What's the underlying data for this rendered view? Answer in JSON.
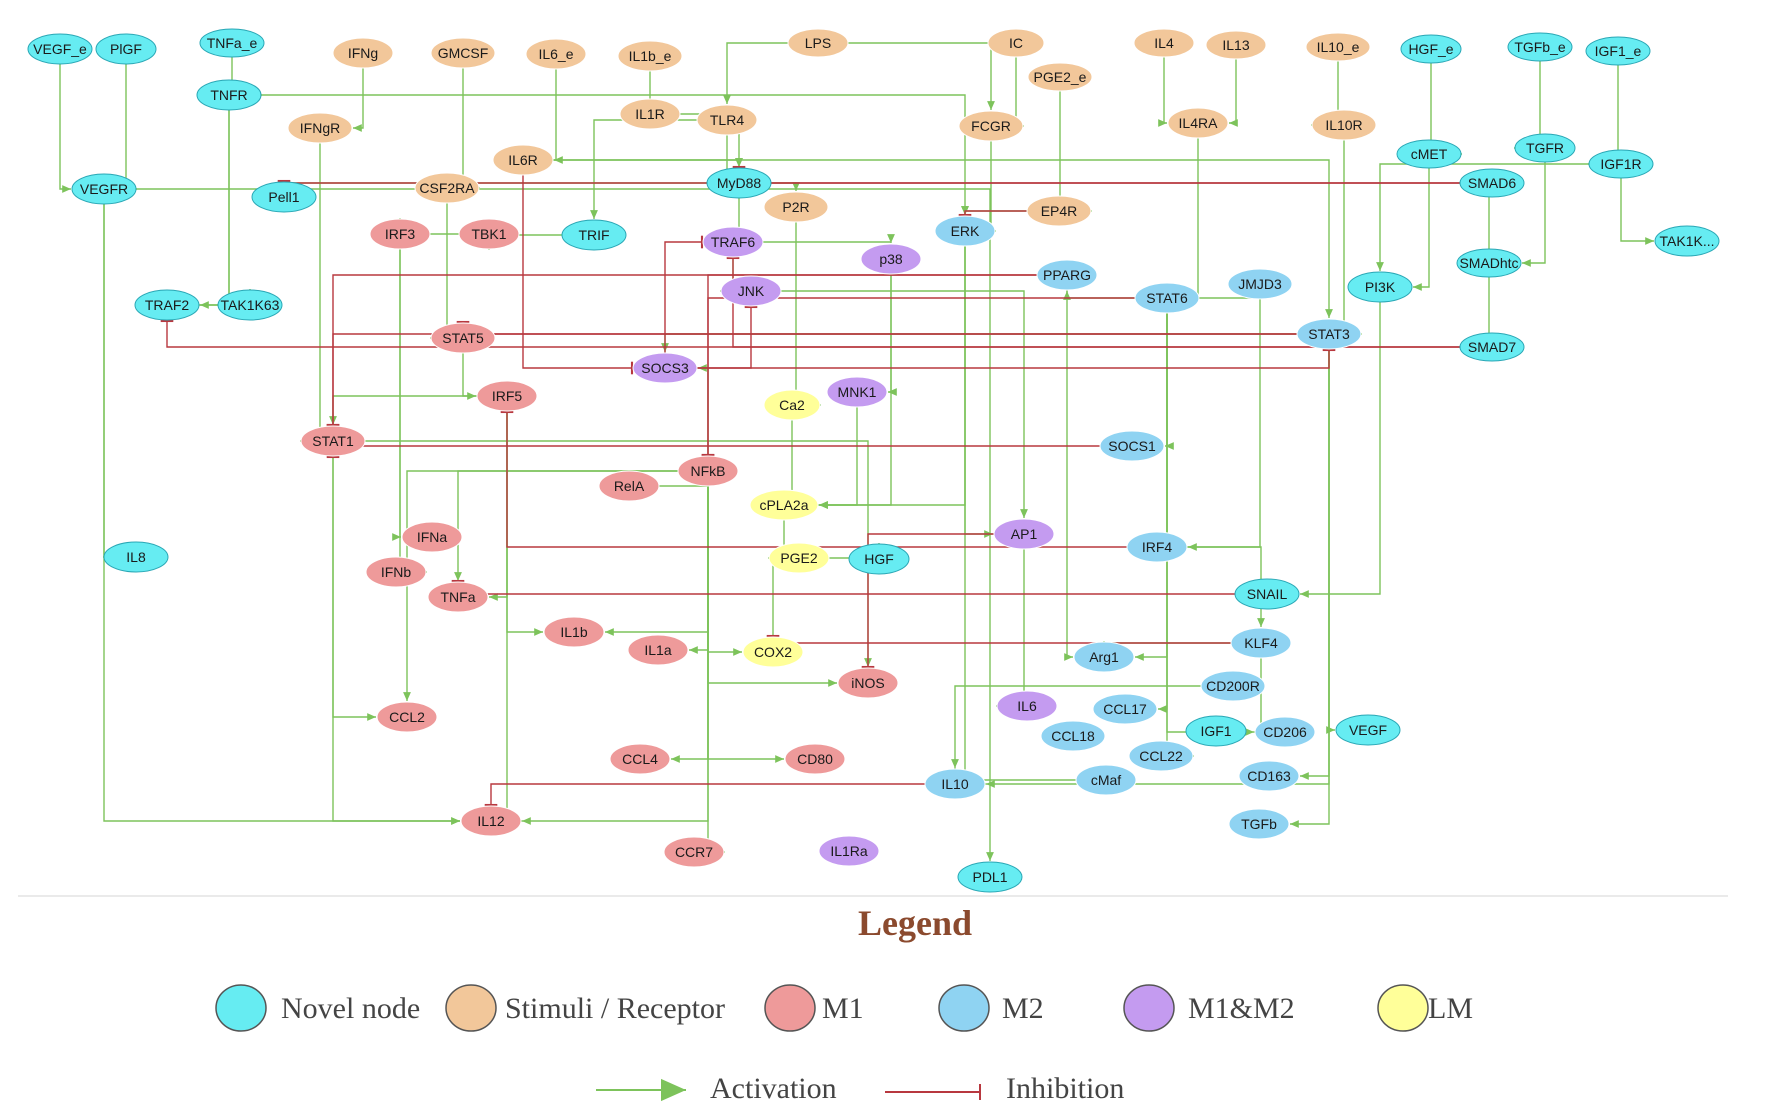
{
  "colors": {
    "novel": "#66ECF2",
    "stimuli": "#F2C79A",
    "m1": "#EE9A9A",
    "m2": "#8FD3F2",
    "m1m2": "#C49BF0",
    "lm": "#FFFF99",
    "activation": "#7DC35B",
    "inhibition": "#B8383F",
    "legend_title": "#8B4A2E"
  },
  "legend": {
    "title": "Legend",
    "items": [
      {
        "label": "Novel node",
        "category": "novel"
      },
      {
        "label": "Stimuli / Receptor",
        "category": "stimuli"
      },
      {
        "label": "M1",
        "category": "m1"
      },
      {
        "label": "M2",
        "category": "m2"
      },
      {
        "label": "M1&M2",
        "category": "m1m2"
      },
      {
        "label": "LM",
        "category": "lm"
      }
    ],
    "edge_types": [
      {
        "label": "Activation",
        "type": "activation"
      },
      {
        "label": "Inhibition",
        "type": "inhibition"
      }
    ]
  },
  "nodes": [
    {
      "id": "VEGF_e",
      "label": "VEGF_e",
      "category": "novel"
    },
    {
      "id": "PlGF",
      "label": "PlGF",
      "category": "novel"
    },
    {
      "id": "TNFa_e",
      "label": "TNFa_e",
      "category": "novel"
    },
    {
      "id": "IFNg",
      "label": "IFNg",
      "category": "stimuli"
    },
    {
      "id": "GMCSF",
      "label": "GMCSF",
      "category": "stimuli"
    },
    {
      "id": "IL6_e",
      "label": "IL6_e",
      "category": "stimuli"
    },
    {
      "id": "IL1b_e",
      "label": "IL1b_e",
      "category": "stimuli"
    },
    {
      "id": "LPS",
      "label": "LPS",
      "category": "stimuli"
    },
    {
      "id": "IC",
      "label": "IC",
      "category": "stimuli"
    },
    {
      "id": "IL4",
      "label": "IL4",
      "category": "stimuli"
    },
    {
      "id": "IL13",
      "label": "IL13",
      "category": "stimuli"
    },
    {
      "id": "IL10_e",
      "label": "IL10_e",
      "category": "stimuli"
    },
    {
      "id": "HGF_e",
      "label": "HGF_e",
      "category": "novel"
    },
    {
      "id": "TGFb_e",
      "label": "TGFb_e",
      "category": "novel"
    },
    {
      "id": "IGF1_e",
      "label": "IGF1_e",
      "category": "novel"
    },
    {
      "id": "TNFR",
      "label": "TNFR",
      "category": "novel"
    },
    {
      "id": "IL1R",
      "label": "IL1R",
      "category": "stimuli"
    },
    {
      "id": "TLR4",
      "label": "TLR4",
      "category": "stimuli"
    },
    {
      "id": "FCGR",
      "label": "FCGR",
      "category": "stimuli"
    },
    {
      "id": "PGE2_e",
      "label": "PGE2_e",
      "category": "stimuli"
    },
    {
      "id": "IL4RA",
      "label": "IL4RA",
      "category": "stimuli"
    },
    {
      "id": "IL10R",
      "label": "IL10R",
      "category": "stimuli"
    },
    {
      "id": "IFNgR",
      "label": "IFNgR",
      "category": "stimuli"
    },
    {
      "id": "IL6R",
      "label": "IL6R",
      "category": "stimuli"
    },
    {
      "id": "cMET",
      "label": "cMET",
      "category": "novel"
    },
    {
      "id": "TGFR",
      "label": "TGFR",
      "category": "novel"
    },
    {
      "id": "IGF1R",
      "label": "IGF1R",
      "category": "novel"
    },
    {
      "id": "VEGFR",
      "label": "VEGFR",
      "category": "novel"
    },
    {
      "id": "Pell1",
      "label": "Pell1",
      "category": "novel"
    },
    {
      "id": "CSF2RA",
      "label": "CSF2RA",
      "category": "stimuli"
    },
    {
      "id": "MyD88",
      "label": "MyD88",
      "category": "novel"
    },
    {
      "id": "SMAD6",
      "label": "SMAD6",
      "category": "novel"
    },
    {
      "id": "P2R",
      "label": "P2R",
      "category": "stimuli"
    },
    {
      "id": "EP4R",
      "label": "EP4R",
      "category": "stimuli"
    },
    {
      "id": "IRF3",
      "label": "IRF3",
      "category": "m1"
    },
    {
      "id": "TBK1",
      "label": "TBK1",
      "category": "m1"
    },
    {
      "id": "TRIF",
      "label": "TRIF",
      "category": "novel"
    },
    {
      "id": "TRAF6",
      "label": "TRAF6",
      "category": "m1m2"
    },
    {
      "id": "ERK",
      "label": "ERK",
      "category": "m2"
    },
    {
      "id": "TAK1K",
      "label": "TAK1K...",
      "category": "novel"
    },
    {
      "id": "SMADhtc",
      "label": "SMADhtc",
      "category": "novel"
    },
    {
      "id": "p38",
      "label": "p38",
      "category": "m1m2"
    },
    {
      "id": "PPARG",
      "label": "PPARG",
      "category": "m2"
    },
    {
      "id": "JMJD3",
      "label": "JMJD3",
      "category": "m2"
    },
    {
      "id": "PI3K",
      "label": "PI3K",
      "category": "novel"
    },
    {
      "id": "TRAF2",
      "label": "TRAF2",
      "category": "novel"
    },
    {
      "id": "TAK1K63",
      "label": "TAK1K63",
      "category": "novel"
    },
    {
      "id": "JNK",
      "label": "JNK",
      "category": "m1m2"
    },
    {
      "id": "STAT6",
      "label": "STAT6",
      "category": "m2"
    },
    {
      "id": "STAT5",
      "label": "STAT5",
      "category": "m1"
    },
    {
      "id": "STAT3",
      "label": "STAT3",
      "category": "m2"
    },
    {
      "id": "SMAD7",
      "label": "SMAD7",
      "category": "novel"
    },
    {
      "id": "SOCS3",
      "label": "SOCS3",
      "category": "m1m2"
    },
    {
      "id": "IRF5",
      "label": "IRF5",
      "category": "m1"
    },
    {
      "id": "MNK1",
      "label": "MNK1",
      "category": "m1m2"
    },
    {
      "id": "Ca2",
      "label": "Ca2",
      "category": "lm"
    },
    {
      "id": "STAT1",
      "label": "STAT1",
      "category": "m1"
    },
    {
      "id": "SOCS1",
      "label": "SOCS1",
      "category": "m2"
    },
    {
      "id": "NFkB",
      "label": "NFkB",
      "category": "m1"
    },
    {
      "id": "RelA",
      "label": "RelA",
      "category": "m1"
    },
    {
      "id": "cPLA2a",
      "label": "cPLA2a",
      "category": "lm"
    },
    {
      "id": "IFNa",
      "label": "IFNa",
      "category": "m1"
    },
    {
      "id": "AP1",
      "label": "AP1",
      "category": "m1m2"
    },
    {
      "id": "IRF4",
      "label": "IRF4",
      "category": "m2"
    },
    {
      "id": "IL8",
      "label": "IL8",
      "category": "novel"
    },
    {
      "id": "IFNb",
      "label": "IFNb",
      "category": "m1"
    },
    {
      "id": "PGE2",
      "label": "PGE2",
      "category": "lm"
    },
    {
      "id": "HGF",
      "label": "HGF",
      "category": "novel"
    },
    {
      "id": "TNFa",
      "label": "TNFa",
      "category": "m1"
    },
    {
      "id": "SNAIL",
      "label": "SNAIL",
      "category": "novel"
    },
    {
      "id": "IL1b",
      "label": "IL1b",
      "category": "m1"
    },
    {
      "id": "IL1a",
      "label": "IL1a",
      "category": "m1"
    },
    {
      "id": "COX2",
      "label": "COX2",
      "category": "lm"
    },
    {
      "id": "KLF4",
      "label": "KLF4",
      "category": "m2"
    },
    {
      "id": "Arg1",
      "label": "Arg1",
      "category": "m2"
    },
    {
      "id": "iNOS",
      "label": "iNOS",
      "category": "m1"
    },
    {
      "id": "CD200R",
      "label": "CD200R",
      "category": "m2"
    },
    {
      "id": "IL6",
      "label": "IL6",
      "category": "m1m2"
    },
    {
      "id": "CCL2",
      "label": "CCL2",
      "category": "m1"
    },
    {
      "id": "CCL17",
      "label": "CCL17",
      "category": "m2"
    },
    {
      "id": "CCL18",
      "label": "CCL18",
      "category": "m2"
    },
    {
      "id": "IGF1",
      "label": "IGF1",
      "category": "novel"
    },
    {
      "id": "CD206",
      "label": "CD206",
      "category": "m2"
    },
    {
      "id": "VEGF",
      "label": "VEGF",
      "category": "novel"
    },
    {
      "id": "CCL22",
      "label": "CCL22",
      "category": "m2"
    },
    {
      "id": "CCL4",
      "label": "CCL4",
      "category": "m1"
    },
    {
      "id": "CD80",
      "label": "CD80",
      "category": "m1"
    },
    {
      "id": "IL10",
      "label": "IL10",
      "category": "m2"
    },
    {
      "id": "cMaf",
      "label": "cMaf",
      "category": "m2"
    },
    {
      "id": "CD163",
      "label": "CD163",
      "category": "m2"
    },
    {
      "id": "IL12",
      "label": "IL12",
      "category": "m1"
    },
    {
      "id": "TGFb",
      "label": "TGFb",
      "category": "m2"
    },
    {
      "id": "CCR7",
      "label": "CCR7",
      "category": "m1"
    },
    {
      "id": "IL1Ra",
      "label": "IL1Ra",
      "category": "m1m2"
    },
    {
      "id": "PDL1",
      "label": "PDL1",
      "category": "novel"
    }
  ],
  "edges": [
    [
      "VEGF_e",
      "VEGFR",
      "a"
    ],
    [
      "PlGF",
      "VEGFR",
      "a"
    ],
    [
      "TNFa_e",
      "TNFR",
      "a"
    ],
    [
      "IFNg",
      "IFNgR",
      "a"
    ],
    [
      "GMCSF",
      "CSF2RA",
      "a"
    ],
    [
      "IL6_e",
      "IL6R",
      "a"
    ],
    [
      "IL1b_e",
      "IL1R",
      "a"
    ],
    [
      "LPS",
      "TLR4",
      "a"
    ],
    [
      "LPS",
      "FCGR",
      "a"
    ],
    [
      "IC",
      "FCGR",
      "a"
    ],
    [
      "IL4",
      "IL4RA",
      "a"
    ],
    [
      "IL13",
      "IL4RA",
      "a"
    ],
    [
      "IL10_e",
      "IL10R",
      "a"
    ],
    [
      "HGF_e",
      "cMET",
      "a"
    ],
    [
      "TGFb_e",
      "TGFR",
      "a"
    ],
    [
      "IGF1_e",
      "IGF1R",
      "a"
    ],
    [
      "PGE2_e",
      "EP4R",
      "a"
    ],
    [
      "TNFR",
      "TRAF2",
      "a"
    ],
    [
      "TNFR",
      "TAK1K63",
      "a"
    ],
    [
      "TNFR",
      "ERK",
      "a"
    ],
    [
      "TRAF2",
      "TAK1K63",
      "a"
    ],
    [
      "IL1R",
      "MyD88",
      "a"
    ],
    [
      "TLR4",
      "MyD88",
      "a"
    ],
    [
      "TLR4",
      "TRIF",
      "a"
    ],
    [
      "TRIF",
      "TBK1",
      "a"
    ],
    [
      "TBK1",
      "IRF3",
      "a"
    ],
    [
      "MyD88",
      "TRAF6",
      "a"
    ],
    [
      "MyD88",
      "P2R",
      "a"
    ],
    [
      "MyD88",
      "Pell1",
      "a"
    ],
    [
      "TRAF6",
      "p38",
      "a"
    ],
    [
      "TRAF6",
      "JNK",
      "a"
    ],
    [
      "IL6R",
      "STAT3",
      "a"
    ],
    [
      "IL6R",
      "MyD88",
      "a"
    ],
    [
      "IFNgR",
      "STAT1",
      "a"
    ],
    [
      "CSF2RA",
      "STAT5",
      "a"
    ],
    [
      "STAT5",
      "IRF5",
      "a"
    ],
    [
      "IRF5",
      "STAT1",
      "a"
    ],
    [
      "IRF5",
      "TNFa",
      "a"
    ],
    [
      "IRF5",
      "IL12",
      "a"
    ],
    [
      "IRF3",
      "IFNb",
      "a"
    ],
    [
      "IRF3",
      "IFNa",
      "a"
    ],
    [
      "P2R",
      "Ca2",
      "a"
    ],
    [
      "Ca2",
      "cPLA2a",
      "a"
    ],
    [
      "cPLA2a",
      "PGE2",
      "a"
    ],
    [
      "PGE2",
      "HGF",
      "a"
    ],
    [
      "COX2",
      "PGE2",
      "a"
    ],
    [
      "NFkB",
      "COX2",
      "a"
    ],
    [
      "NFkB",
      "IL1b",
      "a"
    ],
    [
      "NFkB",
      "IL1a",
      "a"
    ],
    [
      "NFkB",
      "CCL2",
      "a"
    ],
    [
      "NFkB",
      "CCL4",
      "a"
    ],
    [
      "NFkB",
      "CD80",
      "a"
    ],
    [
      "NFkB",
      "CCR7",
      "a"
    ],
    [
      "NFkB",
      "IL12",
      "a"
    ],
    [
      "NFkB",
      "iNOS",
      "a"
    ],
    [
      "NFkB",
      "TNFa",
      "a"
    ],
    [
      "NFkB",
      "SOCS3",
      "a"
    ],
    [
      "RelA",
      "NFkB",
      "a"
    ],
    [
      "JNK",
      "AP1",
      "a"
    ],
    [
      "p38",
      "MNK1",
      "a"
    ],
    [
      "p38",
      "cPLA2a",
      "a"
    ],
    [
      "ERK",
      "cPLA2a",
      "a"
    ],
    [
      "ERK",
      "AP1",
      "a"
    ],
    [
      "ERK",
      "IL10",
      "a"
    ],
    [
      "AP1",
      "IL6",
      "a"
    ],
    [
      "EP4R",
      "ERK",
      "a"
    ],
    [
      "FCGR",
      "ERK",
      "a"
    ],
    [
      "IL4RA",
      "STAT6",
      "a"
    ],
    [
      "STAT6",
      "JMJD3",
      "a"
    ],
    [
      "STAT6",
      "PPARG",
      "a"
    ],
    [
      "STAT6",
      "SOCS1",
      "a"
    ],
    [
      "STAT6",
      "IRF4",
      "a"
    ],
    [
      "STAT6",
      "Arg1",
      "a"
    ],
    [
      "STAT6",
      "CCL17",
      "a"
    ],
    [
      "STAT6",
      "CCL22",
      "a"
    ],
    [
      "STAT6",
      "CD206",
      "a"
    ],
    [
      "IL10R",
      "STAT3",
      "a"
    ],
    [
      "STAT3",
      "IL10",
      "a"
    ],
    [
      "STAT3",
      "SOCS3",
      "a"
    ],
    [
      "STAT3",
      "TGFb",
      "a"
    ],
    [
      "STAT3",
      "VEGF",
      "a"
    ],
    [
      "STAT3",
      "CD163",
      "a"
    ],
    [
      "cMET",
      "PI3K",
      "a"
    ],
    [
      "IGF1R",
      "PI3K",
      "a"
    ],
    [
      "IGF1R",
      "TAK1K",
      "a"
    ],
    [
      "TGFR",
      "SMADhtc",
      "a"
    ],
    [
      "SMADhtc",
      "SMAD7",
      "a"
    ],
    [
      "SMADhtc",
      "SMAD6",
      "a"
    ],
    [
      "PI3K",
      "SNAIL",
      "a"
    ],
    [
      "KLF4",
      "Arg1",
      "a"
    ],
    [
      "KLF4",
      "CD206",
      "a"
    ],
    [
      "IRF4",
      "KLF4",
      "a"
    ],
    [
      "cMaf",
      "IL10",
      "a"
    ],
    [
      "VEGFR",
      "IL8",
      "a"
    ],
    [
      "VEGFR",
      "PDL1",
      "a"
    ],
    [
      "VEGFR",
      "IL12",
      "a"
    ],
    [
      "MNK1",
      "cPLA2a",
      "a"
    ],
    [
      "JMJD3",
      "IRF4",
      "a"
    ],
    [
      "PPARG",
      "Arg1",
      "a"
    ],
    [
      "CD200R",
      "IL10",
      "a"
    ],
    [
      "STAT1",
      "IL12",
      "a"
    ],
    [
      "STAT1",
      "CCL2",
      "a"
    ],
    [
      "STAT1",
      "iNOS",
      "a"
    ],
    [
      "IRF5",
      "IL1b",
      "a"
    ],
    [
      "SOCS1",
      "STAT1",
      "i"
    ],
    [
      "SOCS3",
      "STAT3",
      "i"
    ],
    [
      "SOCS3",
      "TRAF6",
      "i"
    ],
    [
      "SMAD6",
      "MyD88",
      "i"
    ],
    [
      "SMAD7",
      "TRAF2",
      "i"
    ],
    [
      "STAT3",
      "STAT1",
      "i"
    ],
    [
      "PPARG",
      "NFkB",
      "i"
    ],
    [
      "SNAIL",
      "TNFa",
      "i"
    ],
    [
      "IL10",
      "IL12",
      "i"
    ],
    [
      "SMAD6",
      "Pell1",
      "i"
    ],
    [
      "EP4R",
      "ERK",
      "i"
    ],
    [
      "STAT6",
      "NFkB",
      "i"
    ],
    [
      "AP1",
      "iNOS",
      "i"
    ],
    [
      "KLF4",
      "COX2",
      "i"
    ],
    [
      "IRF4",
      "IRF5",
      "i"
    ],
    [
      "SOCS3",
      "JNK",
      "i"
    ],
    [
      "PPARG",
      "STAT1",
      "i"
    ],
    [
      "STAT3",
      "STAT5",
      "i"
    ],
    [
      "IL6R",
      "SOCS3",
      "i"
    ],
    [
      "SMAD7",
      "TRAF6",
      "i"
    ]
  ]
}
